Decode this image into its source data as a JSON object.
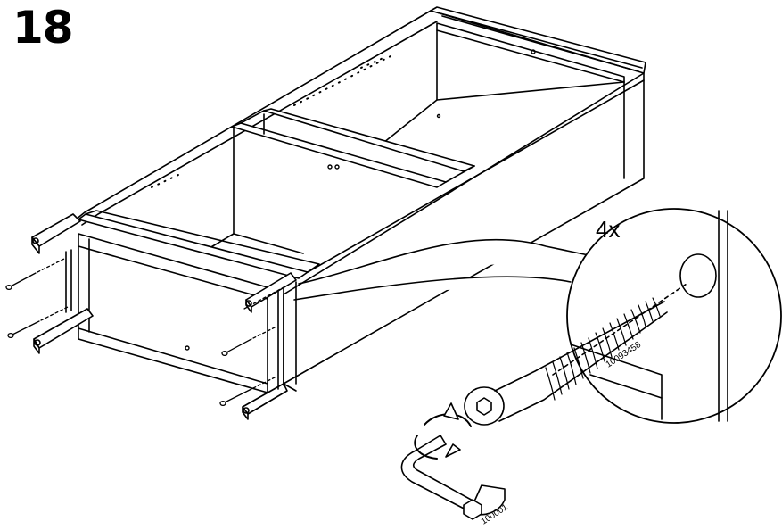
{
  "step": {
    "number": "18"
  },
  "callout": {
    "quantity": "4x"
  },
  "parts": {
    "screw_code": "10093458",
    "hex_key_code": "100001"
  }
}
